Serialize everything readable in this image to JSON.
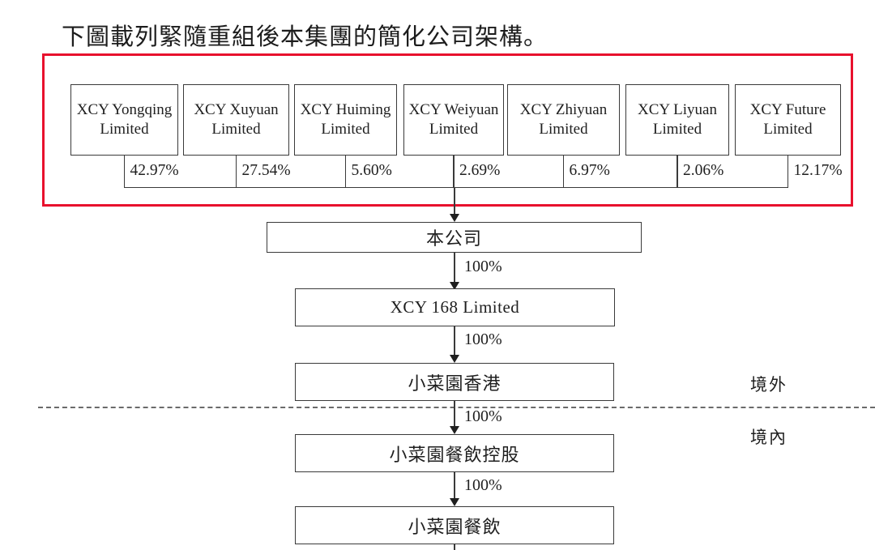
{
  "title": "下圖載列緊隨重組後本集團的簡化公司架構。",
  "shareholders": [
    {
      "name": "XCY Yongqing Limited",
      "pct": "42.97%"
    },
    {
      "name": "XCY Xuyuan Limited",
      "pct": "27.54%"
    },
    {
      "name": "XCY Huiming Limited",
      "pct": "5.60%"
    },
    {
      "name": "XCY Weiyuan Limited",
      "pct": "2.69%"
    },
    {
      "name": "XCY Zhiyuan Limited",
      "pct": "6.97%"
    },
    {
      "name": "XCY Liyuan Limited",
      "pct": "2.06%"
    },
    {
      "name": "XCY Future Limited",
      "pct": "12.17%"
    }
  ],
  "chain": [
    {
      "label": "本公司"
    },
    {
      "ownership": "100%",
      "label": "XCY 168 Limited"
    },
    {
      "ownership": "100%",
      "label": "小菜園香港"
    },
    {
      "ownership": "100%",
      "label": "小菜園餐飲控股"
    },
    {
      "ownership": "100%",
      "label": "小菜園餐飲"
    }
  ],
  "regions": {
    "offshore": "境外",
    "onshore": "境內"
  },
  "colors": {
    "highlight_border": "#e8112d",
    "line": "#3a3a3a",
    "text": "#1f1f1f"
  }
}
